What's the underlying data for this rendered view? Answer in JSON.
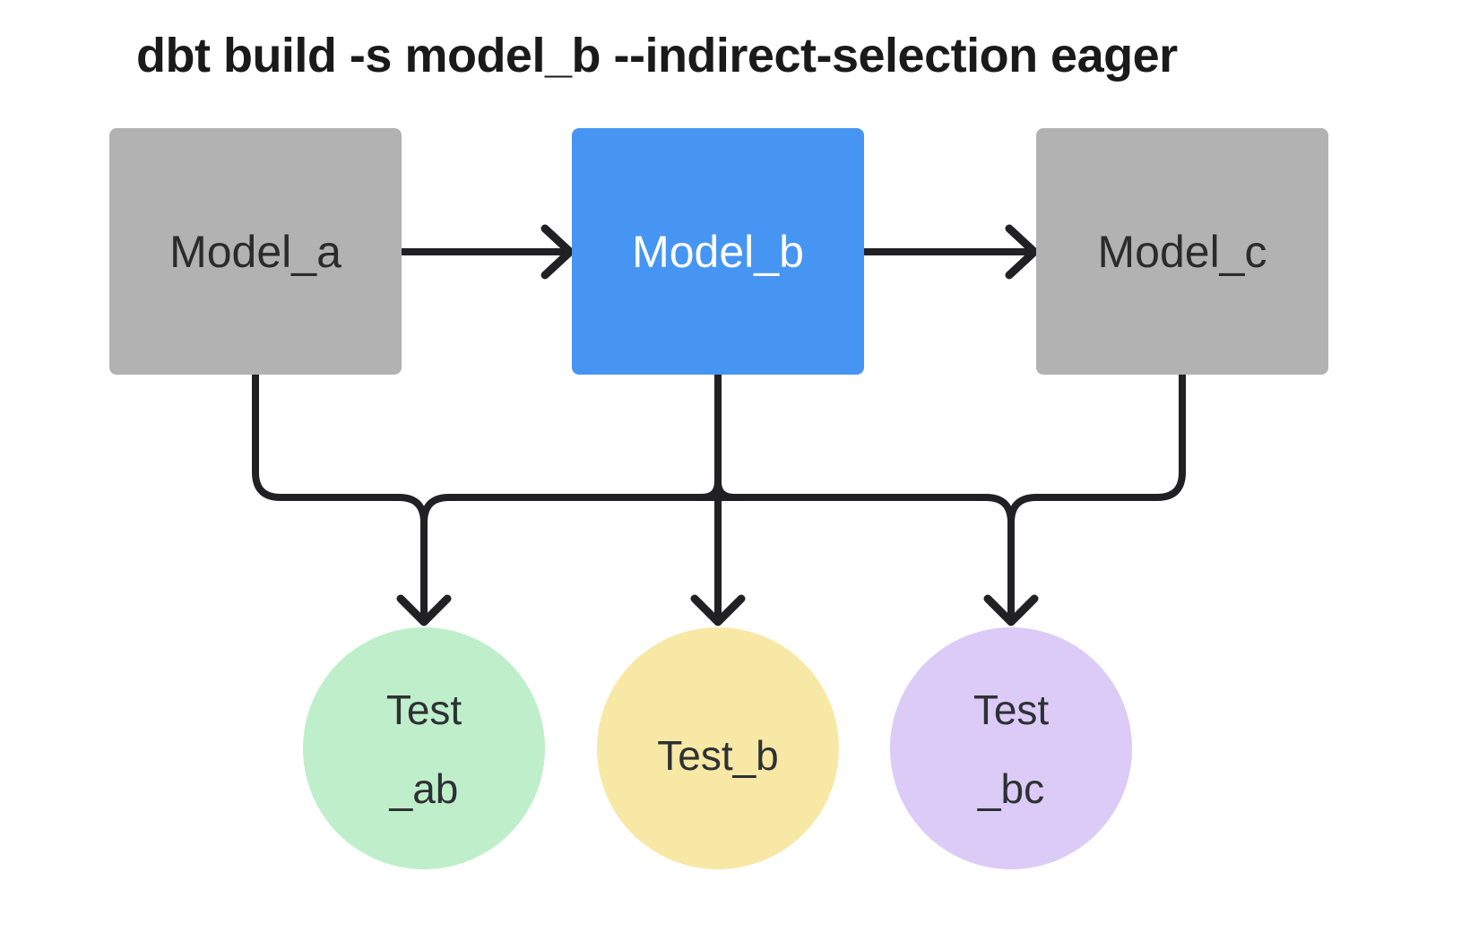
{
  "title": "dbt build -s model_b --indirect-selection eager",
  "colors": {
    "background": "#ffffff",
    "edge": "#212123",
    "model_gray": "#b2b2b2",
    "model_selected_blue": "#4795f2",
    "test_green": "#bfefca",
    "test_yellow": "#f8e8a5",
    "test_purple": "#dccbf6"
  },
  "models": [
    {
      "id": "model_a",
      "label": "Model_a",
      "fill": "#b2b2b2",
      "text_color": "#2b2b2b",
      "highlighted": false
    },
    {
      "id": "model_b",
      "label": "Model_b",
      "fill": "#4795f2",
      "text_color": "#ffffff",
      "highlighted": true
    },
    {
      "id": "model_c",
      "label": "Model_c",
      "fill": "#b2b2b2",
      "text_color": "#2b2b2b",
      "highlighted": false
    }
  ],
  "tests": [
    {
      "id": "test_ab",
      "line1": "Test",
      "line2": "_ab",
      "fill": "#bfefca",
      "text_color": "#2d3135"
    },
    {
      "id": "test_b",
      "line1": "Test_b",
      "fill": "#f8e8a5",
      "text_color": "#2d3135"
    },
    {
      "id": "test_bc",
      "line1": "Test",
      "line2": "_bc",
      "fill": "#dccbf6",
      "text_color": "#2d3135"
    }
  ],
  "edges": [
    {
      "from": "model_a",
      "to": "model_b"
    },
    {
      "from": "model_b",
      "to": "model_c"
    },
    {
      "from": "model_a",
      "to": "test_ab"
    },
    {
      "from": "model_b",
      "to": "test_ab"
    },
    {
      "from": "model_b",
      "to": "test_b"
    },
    {
      "from": "model_b",
      "to": "test_bc"
    },
    {
      "from": "model_c",
      "to": "test_bc"
    }
  ]
}
